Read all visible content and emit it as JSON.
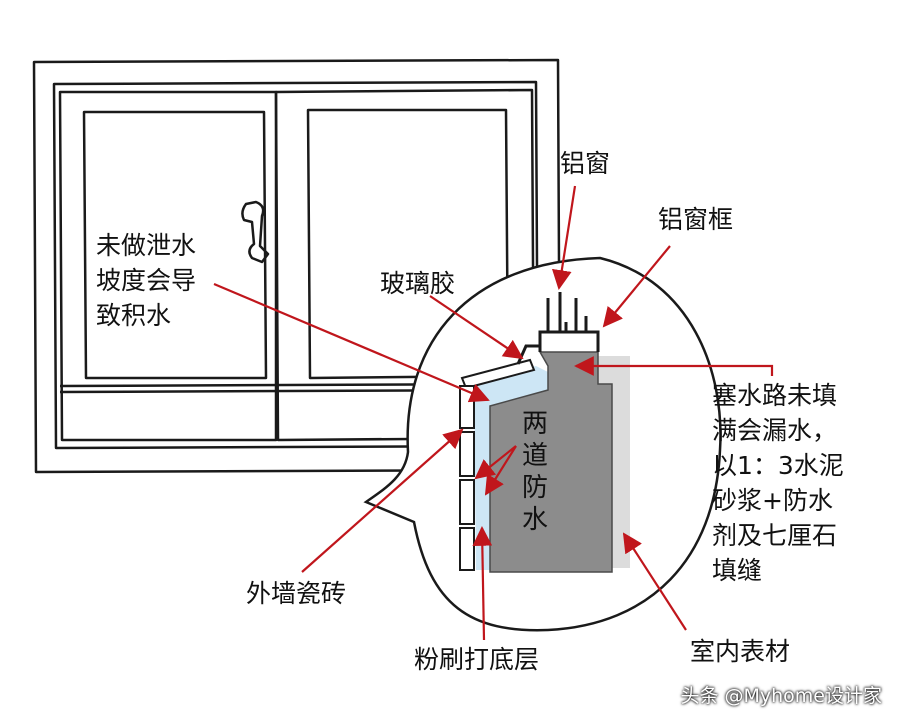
{
  "labels": {
    "aluminum_window": "铝窗",
    "aluminum_window_frame": "铝窗框",
    "no_slope": [
      "未做泄水",
      "坡度会导",
      "致积水"
    ],
    "glass_glue": "玻璃胶",
    "two_waterproof": [
      "两",
      "道",
      "防",
      "水"
    ],
    "fill_note": [
      "塞水路未填",
      "满会漏水，",
      "以1：3水泥",
      "砂浆+防水",
      "剂及七厘石",
      "填缝"
    ],
    "exterior_tile": "外墙瓷砖",
    "plaster_base": "粉刷打底层",
    "interior_material": "室内表材"
  },
  "watermark": "头条 @Myhome设计家",
  "colors": {
    "line": "#1a1a1a",
    "arrow": "#c0161c",
    "concrete": "#8c8c8c",
    "interior": "#dcdcdc",
    "plaster": "#cde6f5"
  }
}
